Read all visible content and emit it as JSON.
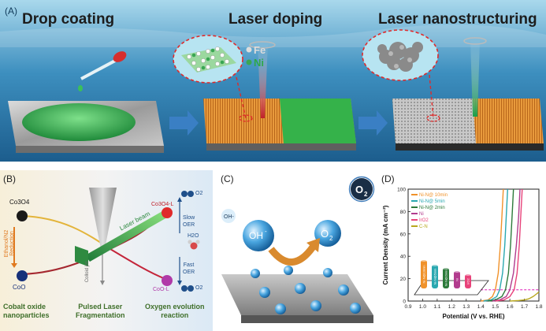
{
  "panel_a": {
    "tag": "(A)",
    "steps": [
      "Drop coating",
      "Laser doping",
      "Laser nanostructuring"
    ],
    "elements": [
      "Fe",
      "Ni"
    ]
  },
  "panel_b": {
    "tag": "(B)",
    "left_top": "Co3O4",
    "left_bottom": "CoO",
    "reduction_label": "Ethanol/N2 Reduction",
    "laser_beam": "Laser beam",
    "colloid_jet": "Colloid jet",
    "product_top": "Co3O4-L",
    "product_bottom": "CoO-L",
    "o2_top": "O2",
    "o2_bottom": "O2",
    "slow": [
      "Slow",
      "OER"
    ],
    "fast": [
      "Fast",
      "OER"
    ],
    "water": "H2O",
    "caption_left": [
      "Cobalt oxide",
      "nanoparticles"
    ],
    "caption_mid": [
      "Pulsed Laser",
      "Fragmentation"
    ],
    "caption_right": [
      "Oxygen evolution",
      "reaction"
    ]
  },
  "panel_c": {
    "tag": "(C)",
    "oh_small": "OH-",
    "oh_big": "OH",
    "oh_sup": "-",
    "o2_big": "O",
    "o2_sub": "2",
    "o2_badge": "O",
    "o2_badge_sub": "2"
  },
  "panel_d": {
    "tag": "(D)",
    "colors": {
      "ni_n_10": "#f0922b",
      "ni_n_5": "#2aa8b0",
      "ni_n_2": "#2c7a3a",
      "ni": "#b23c8e",
      "iro2": "#e8437a",
      "c_n": "#b9a81e"
    },
    "chart_data": {
      "type": "line",
      "xlabel": "Potential (V vs. RHE)",
      "ylabel": "Current Density (mA cm⁻²)",
      "xlim": [
        0.9,
        1.8
      ],
      "ylim": [
        0,
        100
      ],
      "xticks": [
        "0.9",
        "1.0",
        "1.1",
        "1.2",
        "1.3",
        "1.4",
        "1.5",
        "1.6",
        "1.7",
        "1.8"
      ],
      "yticks": [
        "0",
        "20",
        "40",
        "60",
        "80",
        "100"
      ],
      "reference_line_y": 10,
      "series": [
        {
          "name": "Ni-N@ 10min",
          "x": [
            1.4,
            1.45,
            1.48,
            1.5,
            1.52,
            1.535,
            1.545,
            1.555
          ],
          "y": [
            0,
            1,
            4,
            10,
            25,
            50,
            75,
            100
          ]
        },
        {
          "name": "Ni-N@ 5min",
          "x": [
            1.42,
            1.47,
            1.51,
            1.53,
            1.55,
            1.565,
            1.575,
            1.585
          ],
          "y": [
            0,
            1,
            4,
            10,
            25,
            50,
            75,
            100
          ]
        },
        {
          "name": "Ni-N@ 2min",
          "x": [
            1.45,
            1.5,
            1.545,
            1.57,
            1.59,
            1.605,
            1.615,
            1.625
          ],
          "y": [
            0,
            1,
            4,
            10,
            25,
            50,
            75,
            100
          ]
        },
        {
          "name": "Ni",
          "x": [
            1.48,
            1.53,
            1.575,
            1.6,
            1.625,
            1.645,
            1.66,
            1.67
          ],
          "y": [
            0,
            1,
            4,
            10,
            25,
            50,
            75,
            100
          ]
        },
        {
          "name": "IrO2",
          "x": [
            1.5,
            1.56,
            1.6,
            1.63,
            1.65,
            1.665,
            1.675,
            1.685
          ],
          "y": [
            0,
            1,
            4,
            10,
            25,
            50,
            75,
            100
          ]
        },
        {
          "name": "C-N",
          "x": [
            1.6,
            1.66,
            1.7,
            1.73,
            1.76,
            1.78,
            1.8
          ],
          "y": [
            0,
            0.5,
            1,
            2,
            4,
            6,
            8
          ]
        }
      ],
      "inset_bars": [
        "Ni-N@10min",
        "Ni-N@5min",
        "Ni-N@2min",
        "Ni",
        "IrO2"
      ]
    }
  }
}
